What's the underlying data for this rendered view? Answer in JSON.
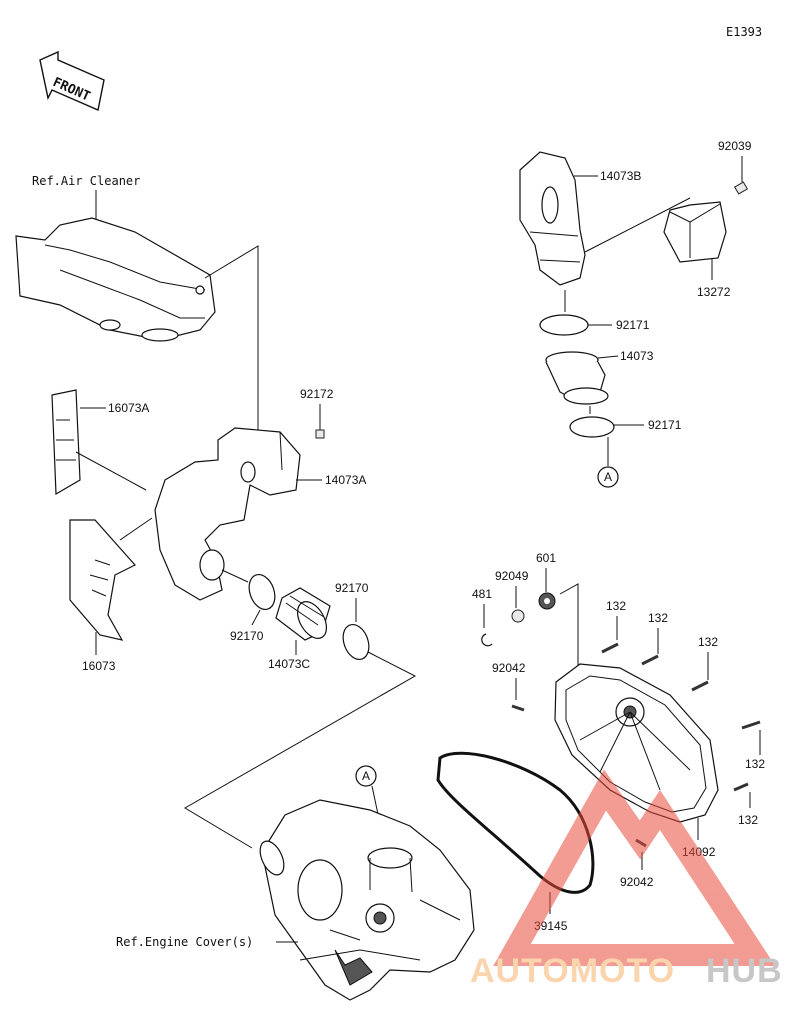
{
  "diagram_id": "E1393",
  "front_label": "FRONT",
  "references": {
    "air_cleaner": "Ref.Air Cleaner",
    "engine_cover": "Ref.Engine Cover(s)"
  },
  "callouts": {
    "p14073B": "14073B",
    "p92039": "92039",
    "p13272": "13272",
    "p92171_top": "92171",
    "p14073": "14073",
    "p92171_bottom": "92171",
    "p92172": "92172",
    "p16073A": "16073A",
    "p14073A": "14073A",
    "p16073": "16073",
    "p92170_left": "92170",
    "p14073C": "14073C",
    "p92170_right": "92170",
    "p601": "601",
    "p92049": "92049",
    "p481": "481",
    "p132_a": "132",
    "p132_b": "132",
    "p132_c": "132",
    "p92042_top": "92042",
    "p132_d": "132",
    "p132_e": "132",
    "p14092": "14092",
    "p92042_bottom": "92042",
    "p39145": "39145"
  },
  "connectors": {
    "a_top": "A",
    "a_bottom": "A"
  },
  "watermark": {
    "part1": "AUTOMOTO",
    "part2": "HUB",
    "color1": "#f7b26b",
    "color2": "#9a9a9a",
    "logo_color": "#e84a3a"
  }
}
